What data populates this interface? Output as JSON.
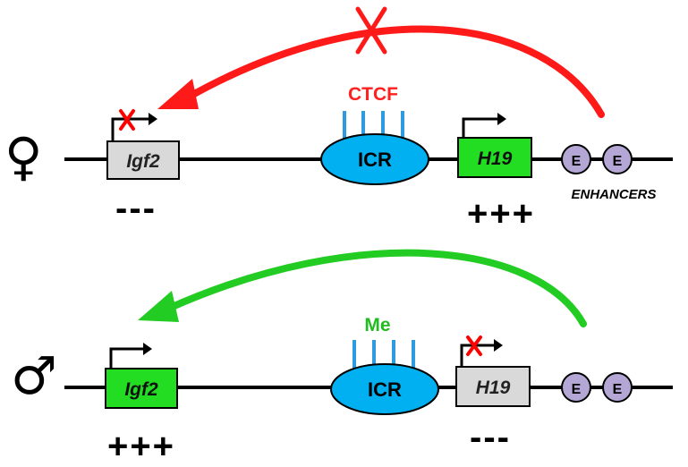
{
  "colors": {
    "inactive_arrow": "#ff1a1a",
    "active_arrow": "#22cc22",
    "icr_fill": "#00b0f0",
    "active_gene": "#22dd22",
    "inactive_gene": "#d9d9d9",
    "enhancer_fill": "#b4a7d6",
    "ctcf_text": "#ff2020",
    "me_text": "#22bb22",
    "binding_line": "#2e9be0",
    "block_x": "#ff0000"
  },
  "female": {
    "symbol": "♀",
    "gene_left": {
      "name": "Igf2",
      "state": "inactive",
      "expression": "---"
    },
    "icr": {
      "label": "ICR",
      "binding_label": "CTCF"
    },
    "gene_right": {
      "name": "H19",
      "state": "active",
      "expression": "+++"
    },
    "enhancers": [
      "E",
      "E"
    ],
    "enhancers_label": "ENHANCERS"
  },
  "male": {
    "symbol": "♂",
    "gene_left": {
      "name": "Igf2",
      "state": "active",
      "expression": "+++"
    },
    "icr": {
      "label": "ICR",
      "binding_label": "Me"
    },
    "gene_right": {
      "name": "H19",
      "state": "inactive",
      "expression": "---"
    },
    "enhancers": [
      "E",
      "E"
    ]
  }
}
